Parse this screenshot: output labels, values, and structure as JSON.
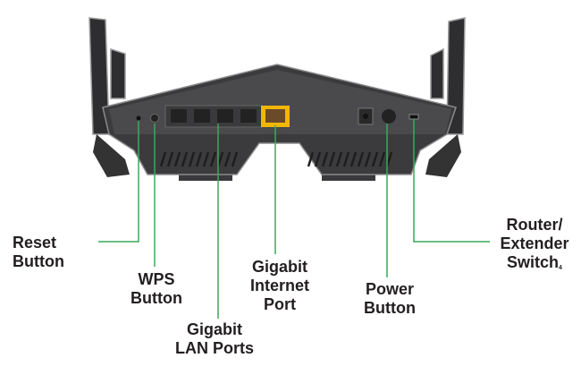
{
  "colors": {
    "leader_line": "#3aaa5c",
    "internet_port": "#f2b705",
    "router_body": "#3b3b3d"
  },
  "labels": {
    "reset": {
      "line1": "Reset",
      "line2": "Button"
    },
    "wps": {
      "line1": "WPS",
      "line2": "Button"
    },
    "lan": {
      "line1": "Gigabit",
      "line2": "LAN Ports"
    },
    "internet": {
      "line1": "Gigabit",
      "line2": "Internet",
      "line3": "Port"
    },
    "power": {
      "line1": "Power",
      "line2": "Button"
    },
    "switch": {
      "line1": "Router/",
      "line2": "Extender",
      "line3": "Switch",
      "footnote": "4"
    }
  }
}
